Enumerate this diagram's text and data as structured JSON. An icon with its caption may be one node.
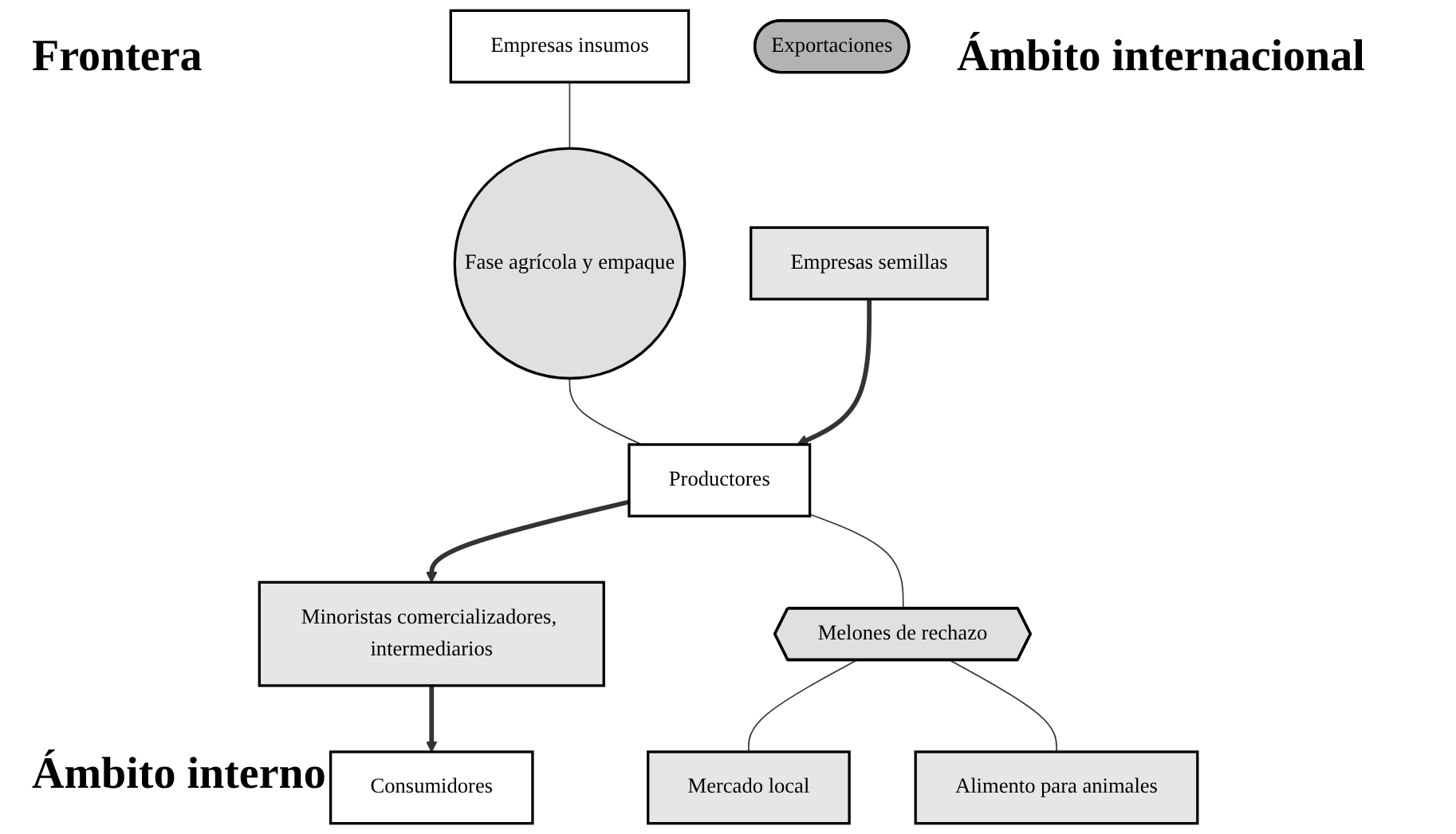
{
  "diagram": {
    "nodes": [
      {
        "text": [
          "Empresas insumos"
        ]
      },
      {
        "text": [
          "Fase agrícola y empaque"
        ]
      },
      {
        "text": [
          "Empresas semillas"
        ]
      },
      {
        "text": [
          "Productores"
        ]
      },
      {
        "text": [
          "Minoristas comercializadores, intermediarios"
        ]
      },
      {
        "text": [
          "Exportaciones"
        ]
      },
      {
        "text": [
          "Melones de rechazo"
        ]
      },
      {
        "text": [
          "Consumidores"
        ]
      },
      {
        "text": [
          "Mercado local"
        ]
      },
      {
        "text": [
          "Alimento para animales"
        ]
      }
    ],
    "edges": [
      {
        "from": 0,
        "to": 1,
        "arrow": "none"
      },
      {
        "from": 1,
        "to": 3,
        "arrow": "none"
      },
      {
        "from": 2,
        "to": 3,
        "arrow": "to",
        "style": "thick"
      },
      {
        "from": 3,
        "to": 4,
        "arrow": "to",
        "style": "thick"
      },
      {
        "from": 4,
        "to": 7,
        "arrow": "to",
        "style": "thick"
      },
      {
        "from": 3,
        "to": 6,
        "arrow": "none"
      },
      {
        "from": 6,
        "to": 8,
        "arrow": "none"
      },
      {
        "from": 6,
        "to": 9,
        "arrow": "none"
      }
    ],
    "labels": [
      "Frontera",
      "Ámbito internacional",
      "Ámbito interno"
    ]
  }
}
